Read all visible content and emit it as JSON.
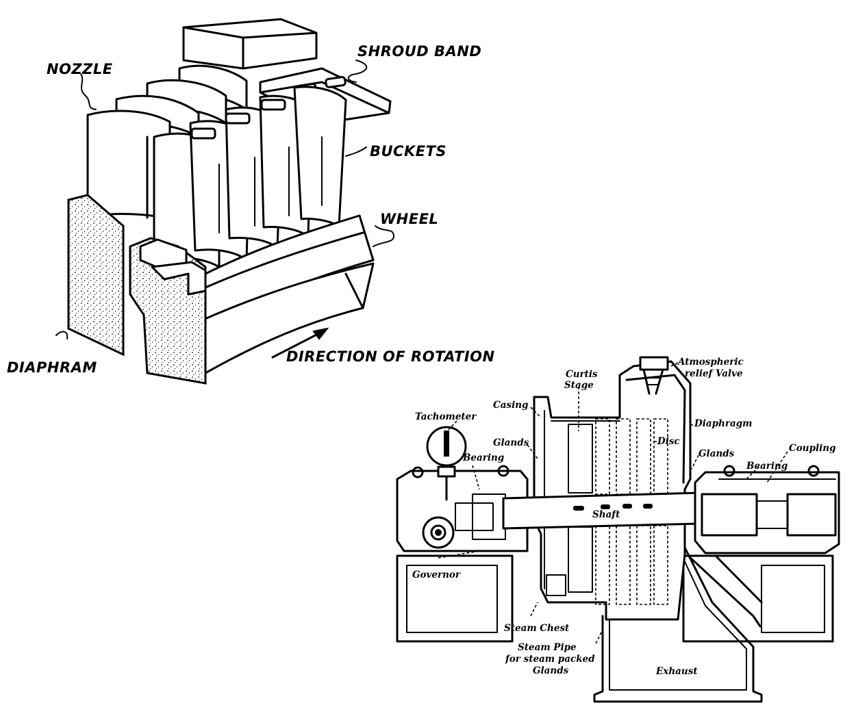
{
  "figure_a": {
    "labels": {
      "nozzle": "NOZZLE",
      "shroud_band": "SHROUD BAND",
      "buckets": "BUCKETS",
      "wheel": "WHEEL",
      "diaphram": "DIAPHRAM",
      "direction": "DIRECTION OF ROTATION"
    }
  },
  "figure_b": {
    "labels": {
      "atmospheric": "Atmospheric",
      "relief_valve": "relief Valve",
      "curtis": "Curtis",
      "stage": "Stage",
      "casing": "Casing",
      "tachometer": "Tachometer",
      "diaphragm": "Diaphragm",
      "glands_left": "Glands",
      "disc": "Disc",
      "glands_right": "Glands",
      "coupling": "Coupling",
      "bearing_left": "Bearing",
      "bearing_right": "Bearing",
      "shaft": "Shaft",
      "governor": "Governor",
      "steam_chest": "Steam Chest",
      "steam_pipe_1": "Steam Pipe",
      "steam_pipe_2": "for steam packed",
      "steam_pipe_3": "Glands",
      "exhaust": "Exhaust"
    }
  }
}
